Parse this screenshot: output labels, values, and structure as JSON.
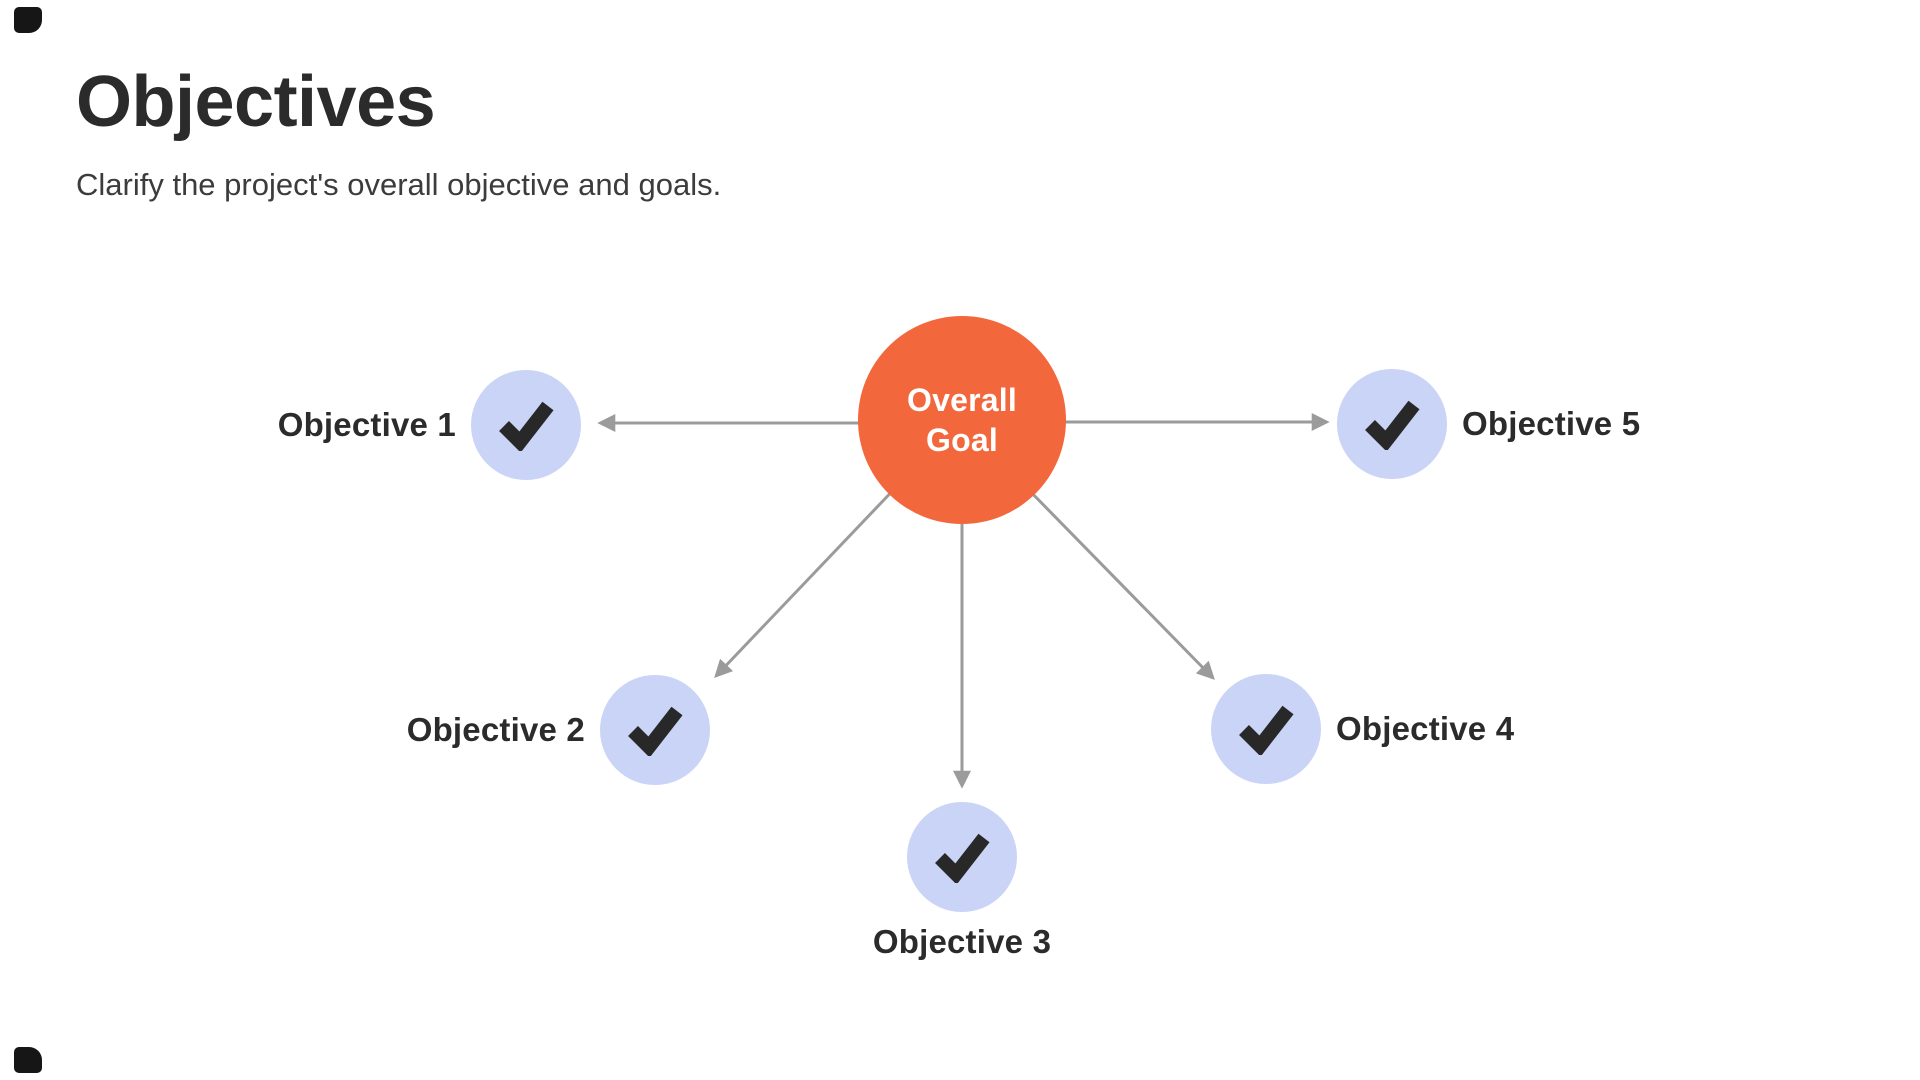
{
  "header": {
    "title": "Objectives",
    "subtitle": "Clarify the project's overall objective and goals."
  },
  "diagram": {
    "center_label": "Overall Goal",
    "objectives": [
      {
        "label": "Objective 1"
      },
      {
        "label": "Objective 2"
      },
      {
        "label": "Objective 3"
      },
      {
        "label": "Objective 4"
      },
      {
        "label": "Objective 5"
      }
    ],
    "icons": {
      "objective_status": "checkmark-icon"
    },
    "colors": {
      "goal_fill": "#F2683C",
      "goal_text": "#FFFFFF",
      "objective_fill": "#C9D4F7",
      "check": "#282828",
      "arrow": "#9B9B9B",
      "title_text": "#2B2B2B",
      "subtitle_text": "#3C3C3C",
      "label_text": "#2B2B2B",
      "background": "#FFFFFF"
    }
  }
}
